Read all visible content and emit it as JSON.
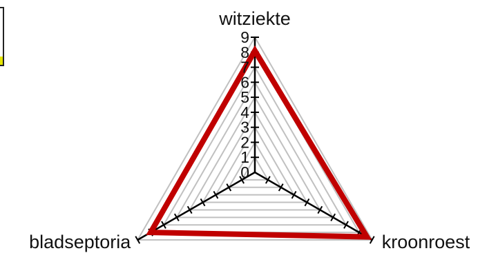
{
  "chart_data": {
    "type": "radar",
    "axes": [
      "witziekte",
      "kroonroest",
      "bladseptoria"
    ],
    "series": [
      {
        "values": [
          8.1,
          8.6,
          8.0
        ],
        "color": "#c00000"
      }
    ],
    "range": [
      0,
      9
    ],
    "ticks": [
      "0",
      "1",
      "2",
      "3",
      "4",
      "5",
      "6",
      "7",
      "8",
      "9"
    ],
    "grid": true,
    "grid_color": "#c0c0c0",
    "axis_color": "#000000",
    "legend_swatch_color": "#e6e600"
  }
}
